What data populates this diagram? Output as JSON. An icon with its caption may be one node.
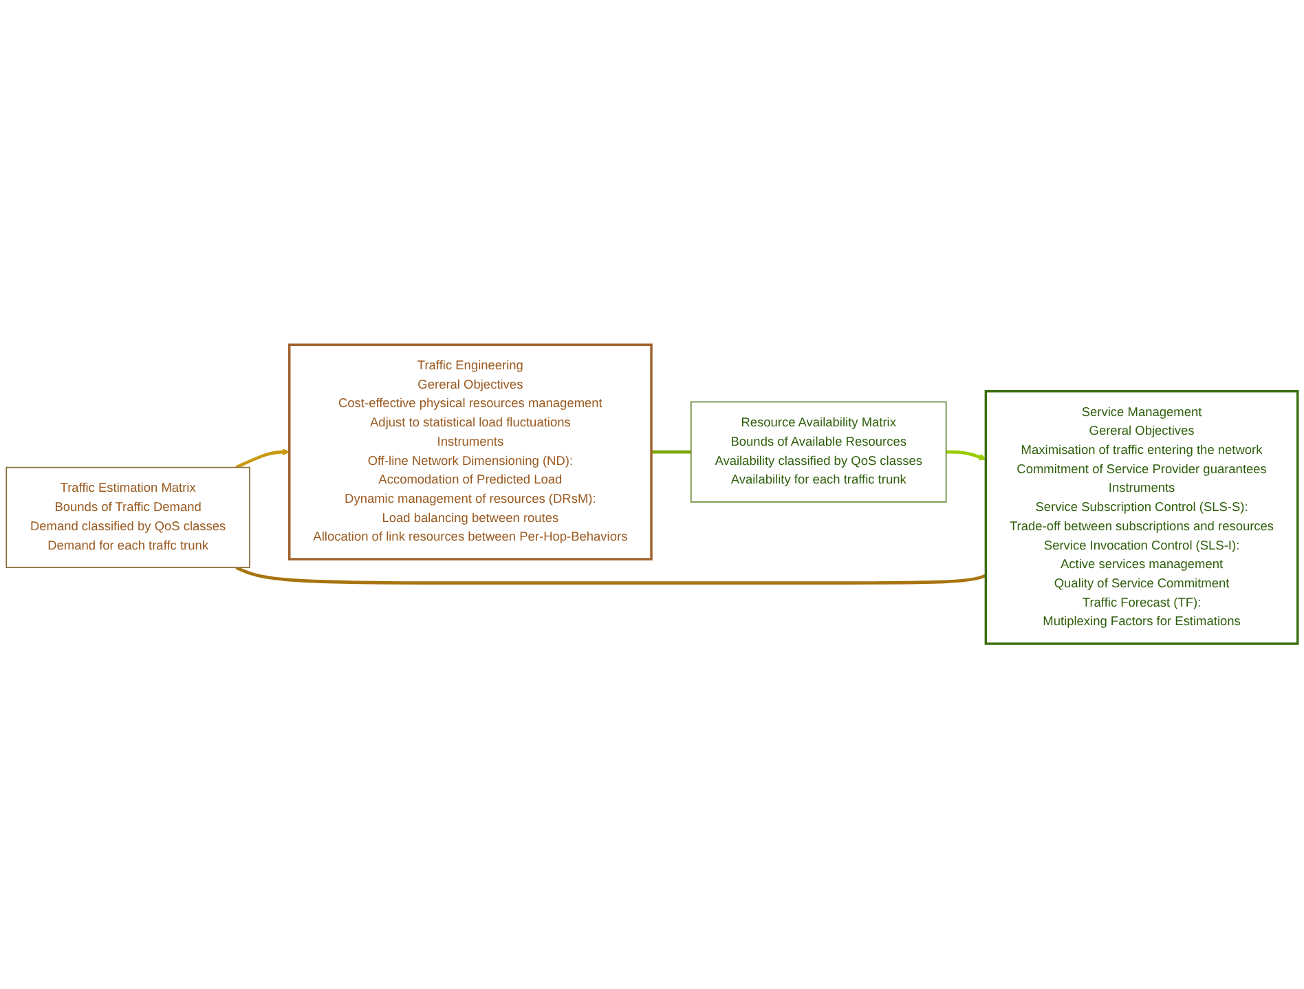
{
  "diagram": {
    "nodes": [
      {
        "text": [
          "Traffic Estimation Matrix",
          "Bounds of Traffic Demand",
          "Demand classified by QoS classes",
          "Demand for each traffc trunk"
        ]
      },
      {
        "text": [
          "Service Management",
          "Gereral Objectives",
          "Maximisation of traffic entering the network",
          "Commitment of Service Provider guarantees",
          "Instruments",
          "Service Subscription Control (SLS-S):",
          "Trade-off between subscriptions and resources",
          "Service Invocation Control (SLS-I):",
          "Active services management",
          "Quality of Service Commitment",
          "Traffic Forecast (TF):",
          "Mutiplexing Factors for Estimations"
        ]
      },
      {
        "text": [
          "Traffic Engineering",
          "Gereral Objectives",
          "Cost-effective physical resources management",
          "Adjust to statistical load fluctuations",
          "Instruments",
          "Off-line Network Dimensioning (ND):",
          "Accomodation of Predicted Load",
          "Dynamic management of resources (DRsM):",
          "Load balancing between routes",
          "Allocation of link resources between Per-Hop-Behaviors"
        ]
      },
      {
        "text": [
          "Resource Availability Matrix",
          "Bounds of Available Resources",
          "Availability classified by QoS classes",
          "Availability for each traffic trunk"
        ]
      }
    ],
    "edges": [
      {
        "from": 1,
        "to": 0,
        "arrow": "none",
        "color": "#a87410"
      },
      {
        "from": 0,
        "to": 2,
        "arrow": "to",
        "color": "#c89a10"
      },
      {
        "from": 2,
        "to": 3,
        "arrow": "none",
        "color": "#7aa800"
      },
      {
        "from": 3,
        "to": 1,
        "arrow": "to",
        "color": "#99cc00"
      }
    ]
  }
}
